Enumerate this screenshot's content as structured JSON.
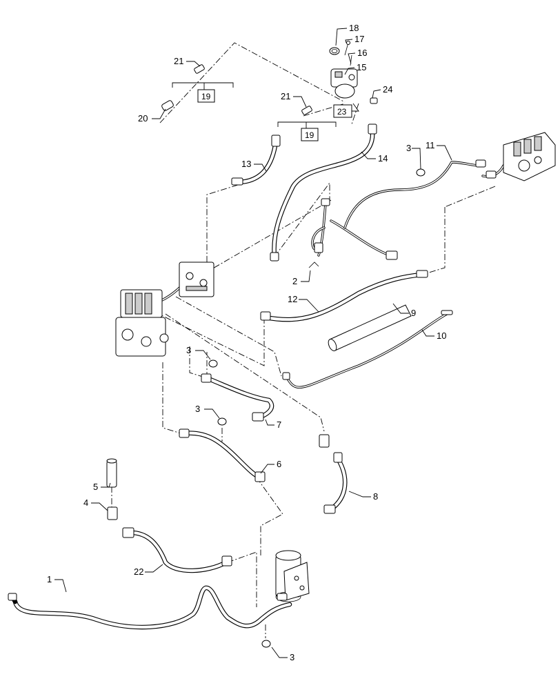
{
  "callouts": [
    {
      "id": "1",
      "text": "1"
    },
    {
      "id": "2",
      "text": "2"
    },
    {
      "id": "3a",
      "text": "3"
    },
    {
      "id": "3b",
      "text": "3"
    },
    {
      "id": "3c",
      "text": "3"
    },
    {
      "id": "3d",
      "text": "3"
    },
    {
      "id": "4",
      "text": "4"
    },
    {
      "id": "5",
      "text": "5"
    },
    {
      "id": "6",
      "text": "6"
    },
    {
      "id": "7",
      "text": "7"
    },
    {
      "id": "8",
      "text": "8"
    },
    {
      "id": "9",
      "text": "9"
    },
    {
      "id": "10",
      "text": "10"
    },
    {
      "id": "11",
      "text": "11"
    },
    {
      "id": "12",
      "text": "12"
    },
    {
      "id": "13",
      "text": "13"
    },
    {
      "id": "14",
      "text": "14"
    },
    {
      "id": "15",
      "text": "15"
    },
    {
      "id": "16",
      "text": "16"
    },
    {
      "id": "17",
      "text": "17"
    },
    {
      "id": "18",
      "text": "18"
    },
    {
      "id": "20",
      "text": "20"
    },
    {
      "id": "21a",
      "text": "21"
    },
    {
      "id": "21b",
      "text": "21"
    },
    {
      "id": "22",
      "text": "22"
    },
    {
      "id": "24",
      "text": "24"
    }
  ],
  "boxed_callouts": [
    {
      "id": "19a",
      "text": "19"
    },
    {
      "id": "19b",
      "text": "19"
    },
    {
      "id": "23",
      "text": "23"
    }
  ]
}
